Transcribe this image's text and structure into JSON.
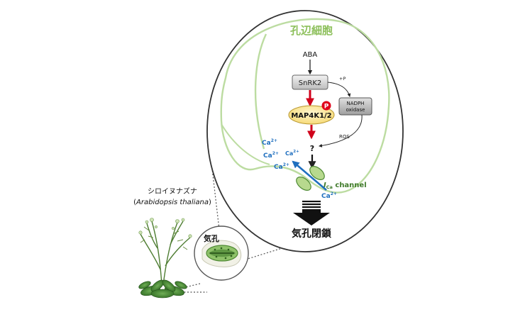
{
  "guard_cell_title": "孔辺細胞",
  "stomata_label": "気孔",
  "plant": {
    "name_ja": "シロイヌナズナ",
    "name_sci_open": "(",
    "name_sci_italic": "Arabidopsis thaliana",
    "name_sci_close": ")"
  },
  "pathway": {
    "aba": "ABA",
    "snrk2": "SnRK2",
    "phospho": "+P",
    "nadph_line1": "NADPH",
    "nadph_line2": "oxidase",
    "p_badge": "P",
    "map4k": "MAP4K1/2",
    "ros": "ROS",
    "unknown": "?",
    "ca_labels": [
      "Ca",
      "Ca",
      "Ca",
      "Ca",
      "Ca"
    ],
    "ca_sup": "2+",
    "channel_i": "I",
    "channel_sub": "Ca",
    "channel_rest": " channel",
    "closure": "気孔閉鎖"
  },
  "colors": {
    "green_title": "#8cbf5a",
    "cell_outline": "#b9d99a",
    "calcium_blue": "#1f6fbf",
    "phospho_red": "#d0021b",
    "channel_green": "#3f7a2a",
    "map4k_fill": "#fde9a0"
  }
}
